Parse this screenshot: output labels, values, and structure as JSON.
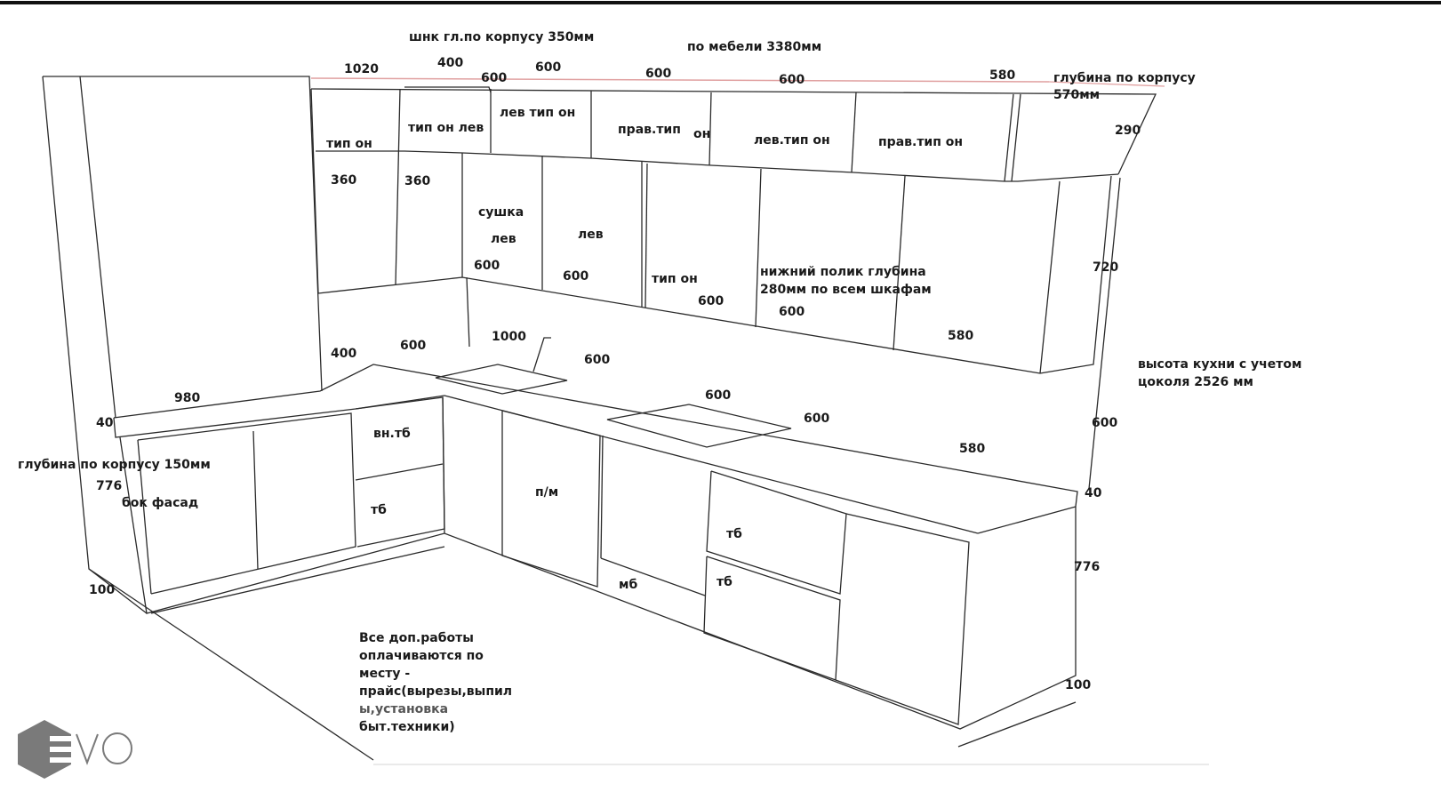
{
  "title_labels": {
    "upper_depth": "шнк гл.по корпусу 350мм",
    "total_length": "по мебели 3380мм",
    "right_depth_line1": "глубина по корпусу",
    "right_depth_line2": "570мм",
    "kitchen_height_line1": "высота кухни с учетом",
    "kitchen_height_line2": "цоколя 2526 мм",
    "left_depth": "глубина по корпусу 150мм",
    "shelf_note_line1": "нижний полик  глубина",
    "shelf_note_line2": "280мм по всем шкафам"
  },
  "top_dimensions": [
    "1020",
    "400",
    "600",
    "600",
    "600",
    "600",
    "580"
  ],
  "mezzanine_labels": [
    "тип он",
    "тип он лев",
    "лев тип он",
    "прав.тип",
    "он",
    "лев.тип он",
    "прав.тип он"
  ],
  "upper_labels": [
    "360",
    "360",
    "сушка",
    "лев",
    "600",
    "лев",
    "600",
    "тип он",
    "600",
    "600",
    "580"
  ],
  "side_dimensions": [
    "290",
    "720",
    "600",
    "40",
    "776",
    "100"
  ],
  "worktop_dimensions": [
    "400",
    "600",
    "1000",
    "600",
    "600",
    "600",
    "580",
    "980"
  ],
  "left_dimensions": [
    "40",
    "776",
    "100"
  ],
  "base_labels": [
    "бок фасад",
    "вн.тб",
    "тб",
    "п/м",
    "мб",
    "тб",
    "тб"
  ],
  "note": {
    "lines": [
      "Все доп.работы",
      "оплачиваются по",
      "месту -",
      "прайс(вырезы,выпил",
      "ы,установка",
      "быт.техники)"
    ]
  },
  "logo": {
    "text": "EVO",
    "color": "#7a7a7a"
  },
  "colors": {
    "line": "#2a2a2a",
    "dim_line": "#e0a0a0",
    "border": "#111111"
  }
}
